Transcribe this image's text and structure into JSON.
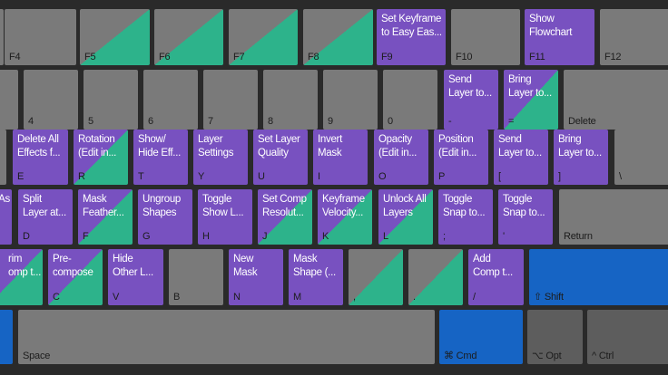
{
  "colors": {
    "background": "#2a2a2a",
    "gray": "#7a7a7a",
    "dark_gray": "#5d5d5d",
    "purple": "#7851c0",
    "green": "#2db38b",
    "blue": "#1664c4"
  },
  "keys": [
    {
      "key": "",
      "label": "",
      "style": "gray"
    },
    {
      "key": "F4",
      "label": "",
      "style": "gray"
    },
    {
      "key": "F5",
      "label": "",
      "style": "split-gray"
    },
    {
      "key": "F6",
      "label": "",
      "style": "split-gray"
    },
    {
      "key": "F7",
      "label": "",
      "style": "split-gray"
    },
    {
      "key": "F8",
      "label": "",
      "style": "split-gray"
    },
    {
      "key": "F9",
      "label": "Set Keyframe\nto Easy Eas...",
      "style": "purple"
    },
    {
      "key": "F10",
      "label": "",
      "style": "gray"
    },
    {
      "key": "F11",
      "label": "Show\nFlowchart",
      "style": "purple"
    },
    {
      "key": "F12",
      "label": "",
      "style": "gray"
    },
    {
      "key": "",
      "label": "",
      "style": "gray"
    },
    {
      "key": "4",
      "label": "",
      "style": "gray"
    },
    {
      "key": "5",
      "label": "",
      "style": "gray"
    },
    {
      "key": "6",
      "label": "",
      "style": "gray"
    },
    {
      "key": "7",
      "label": "",
      "style": "gray"
    },
    {
      "key": "8",
      "label": "",
      "style": "gray"
    },
    {
      "key": "9",
      "label": "",
      "style": "gray"
    },
    {
      "key": "0",
      "label": "",
      "style": "gray"
    },
    {
      "key": "-",
      "label": "Send\nLayer to...",
      "style": "purple"
    },
    {
      "key": "=",
      "label": "Bring\nLayer to...",
      "style": "split-purple"
    },
    {
      "key": "Delete",
      "label": "",
      "style": "gray"
    },
    {
      "key": "",
      "label": "",
      "style": "gray"
    },
    {
      "key": "E",
      "label": "Delete All\nEffects f...",
      "style": "purple"
    },
    {
      "key": "R",
      "label": "Rotation\n(Edit in...",
      "style": "split-purple"
    },
    {
      "key": "T",
      "label": "Show/\nHide Eff...",
      "style": "purple"
    },
    {
      "key": "Y",
      "label": "Layer\nSettings",
      "style": "purple"
    },
    {
      "key": "U",
      "label": "Set Layer\nQuality",
      "style": "purple"
    },
    {
      "key": "I",
      "label": "Invert\nMask",
      "style": "purple"
    },
    {
      "key": "O",
      "label": "Opacity\n(Edit in...",
      "style": "purple"
    },
    {
      "key": "P",
      "label": "Position\n(Edit in...",
      "style": "purple"
    },
    {
      "key": "[",
      "label": "Send\nLayer to...",
      "style": "purple"
    },
    {
      "key": "]",
      "label": "Bring\nLayer to...",
      "style": "purple"
    },
    {
      "key": "\\",
      "label": "",
      "style": "gray"
    },
    {
      "key": "",
      "label": "As",
      "style": "purple"
    },
    {
      "key": "D",
      "label": "Split\nLayer at...",
      "style": "purple"
    },
    {
      "key": "F",
      "label": "Mask\nFeather...",
      "style": "split-purple"
    },
    {
      "key": "G",
      "label": "Ungroup\nShapes",
      "style": "purple"
    },
    {
      "key": "H",
      "label": "Toggle\nShow L...",
      "style": "purple"
    },
    {
      "key": "J",
      "label": "Set Comp\nResolut...",
      "style": "split-purple"
    },
    {
      "key": "K",
      "label": "Keyframe\nVelocity...",
      "style": "split-purple"
    },
    {
      "key": "L",
      "label": "Unlock All\nLayers",
      "style": "split-purple"
    },
    {
      "key": ";",
      "label": "Toggle\nSnap to...",
      "style": "purple"
    },
    {
      "key": "'",
      "label": "Toggle\nSnap to...",
      "style": "purple"
    },
    {
      "key": "Return",
      "label": "",
      "style": "gray"
    },
    {
      "key": "",
      "label": "rim\nomp t...",
      "style": "split-purple"
    },
    {
      "key": "C",
      "label": "Pre-\ncompose",
      "style": "split-purple"
    },
    {
      "key": "V",
      "label": "Hide\nOther L...",
      "style": "purple"
    },
    {
      "key": "B",
      "label": "",
      "style": "gray"
    },
    {
      "key": "N",
      "label": "New\nMask",
      "style": "purple"
    },
    {
      "key": "M",
      "label": "Mask\nShape (...",
      "style": "purple"
    },
    {
      "key": ",",
      "label": "",
      "style": "split-gray"
    },
    {
      "key": ".",
      "label": "",
      "style": "split-gray"
    },
    {
      "key": "/",
      "label": "Add\nComp t...",
      "style": "purple"
    },
    {
      "key": "⇧ Shift",
      "label": "",
      "style": "blue"
    },
    {
      "key": "",
      "label": "",
      "style": "blue"
    },
    {
      "key": "Space",
      "label": "",
      "style": "gray"
    },
    {
      "key": "⌘ Cmd",
      "label": "",
      "style": "blue"
    },
    {
      "key": "⌥ Opt",
      "label": "",
      "style": "dark"
    },
    {
      "key": "^ Ctrl",
      "label": "",
      "style": "dark"
    }
  ]
}
